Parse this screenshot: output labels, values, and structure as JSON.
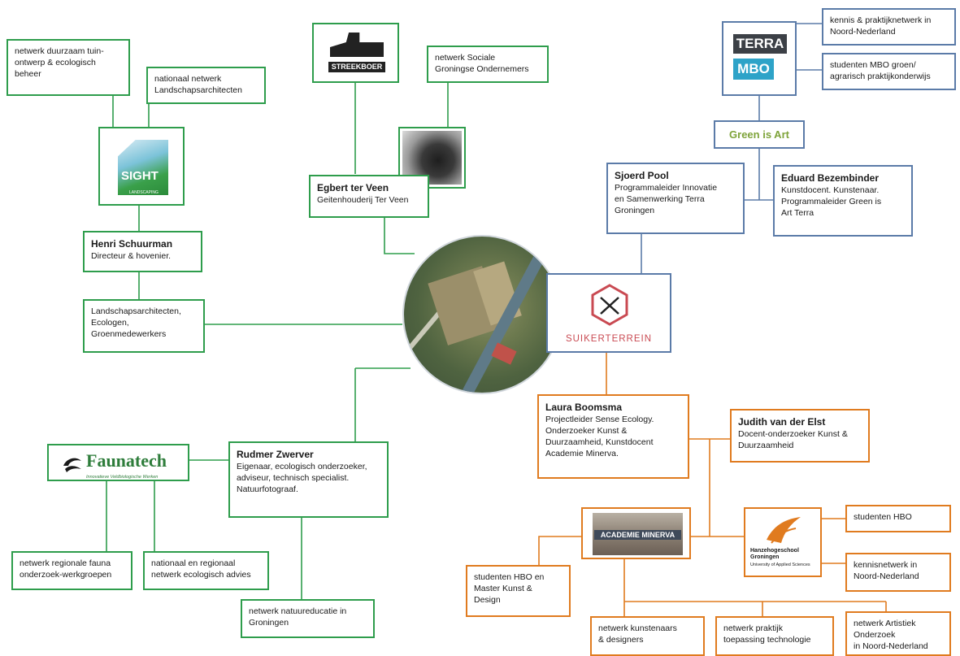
{
  "center": {
    "suikerterrein": "SUIKERTERREIN"
  },
  "green": {
    "duurzaam": "netwerk duurzaam tuin-\nontwerp & ecologisch\nbeheer",
    "landschap_nl": "nationaal netwerk\nLandschapsarchitecten",
    "sight_logo": "SIGHT",
    "sight_sub": "LANDSCAPING",
    "henri_name": "Henri Schuurman",
    "henri_role": "Directeur & hovenier.",
    "landschap_eco": "Landschapsarchitecten,\nEcologen,\nGroenmedewerkers",
    "streekboer": "STREEKBOER",
    "sociale": "netwerk Sociale\nGroningse Ondernemers",
    "egbert_name": "Egbert ter Veen",
    "egbert_role": "Geitenhouderij Ter Veen",
    "faunatech": "Faunatech",
    "faunatech_sub": "Innovatieve Veldbiologische Werken",
    "rudmer_name": "Rudmer Zwerver",
    "rudmer_role": "Eigenaar, ecologisch onderzoeker,\nadviseur, technisch specialist.\nNatuurfotograaf.",
    "regionale": "netwerk regionale fauna\nonderzoek-werkgroepen",
    "nationaal_eco": "nationaal en regionaal\nnetwerk ecologisch advies",
    "natuureducatie": "netwerk natuureducatie  in\nGroningen"
  },
  "blue": {
    "terra": "TERRA",
    "mbo": "MBO",
    "kennis": "kennis & praktijknetwerk in\nNoord-Nederland",
    "studenten_mbo": "studenten MBO groen/\nagrarisch praktijkonderwijs",
    "green_is_art": "Green is Art",
    "sjoerd_name": "Sjoerd Pool",
    "sjoerd_role": "Programmaleider Innovatie\nen Samenwerking Terra\nGroningen",
    "eduard_name": "Eduard Bezembinder",
    "eduard_role": "Kunstdocent. Kunstenaar.\nProgrammaleider Green is\nArt Terra"
  },
  "orange": {
    "laura_name": "Laura Boomsma",
    "laura_role": "Projectleider Sense Ecology.\nOnderzoeker  Kunst &\nDuurzaamheid, Kunstdocent\nAcademie Minerva.",
    "judith_name": "Judith van der Elst",
    "judith_role": "Docent-onderzoeker Kunst &\nDuurzaamheid",
    "minerva": "ACADEMIE MINERVA",
    "hanze_name": "Hanzehogeschool\nGroningen",
    "hanze_sub": "University of Applied Sciences",
    "studenten_hbo": "studenten HBO",
    "kennisnetwerk": "kennisnetwerk in\nNoord-Nederland",
    "studenten_master": "studenten HBO en\nMaster Kunst &\nDesign",
    "kunstenaars": "netwerk kunstenaars\n& designers",
    "praktijk": "netwerk praktijk\ntoepassing technologie",
    "artistiek": "netwerk Artistiek\nOnderzoek\nin Noord-Nederland"
  },
  "colors": {
    "green": "#2e9d4c",
    "orange": "#e07b1f",
    "blue": "#5b7ba8"
  }
}
